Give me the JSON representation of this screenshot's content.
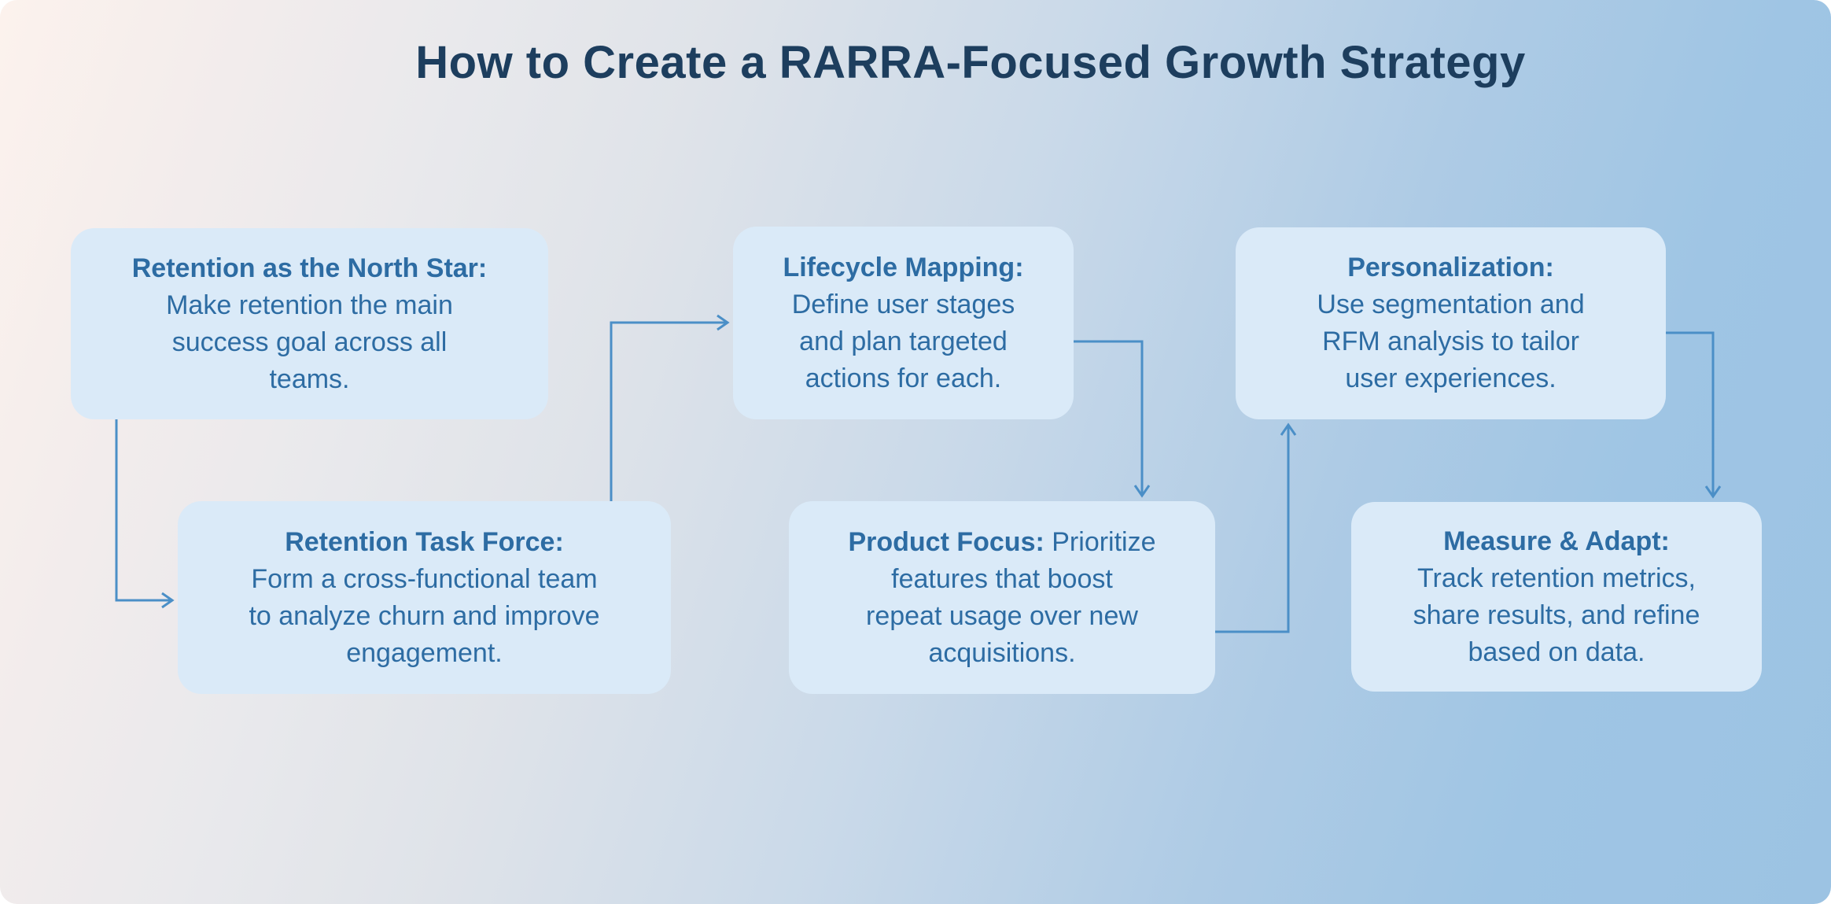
{
  "title": "How to Create a RARRA-Focused Growth Strategy",
  "colors": {
    "background_left": "#fcf2ed",
    "background_right": "#9cc3e3",
    "box_fill": "#daeaf8",
    "box_text": "#2d6ca3",
    "title_text": "#1d3e5e",
    "connector": "#4b8fc7"
  },
  "boxes": [
    {
      "name": "retention-north-star",
      "title": "Retention as the North Star:",
      "body": "\nMake retention the main\nsuccess goal across all\nteams."
    },
    {
      "name": "retention-task-force",
      "title": "Retention Task Force:",
      "body": "\nForm a cross-functional team\nto analyze churn and improve\nengagement."
    },
    {
      "name": "lifecycle-mapping",
      "title": "Lifecycle Mapping:",
      "body": "\nDefine user stages\nand plan targeted\nactions for each."
    },
    {
      "name": "product-focus",
      "title": "Product Focus:",
      "body": " Prioritize\nfeatures that boost\nrepeat usage over new\nacquisitions."
    },
    {
      "name": "personalization",
      "title": "Personalization:",
      "body": "\nUse segmentation and\nRFM analysis to tailor\nuser experiences."
    },
    {
      "name": "measure-adapt",
      "title": "Measure & Adapt:",
      "body": "\nTrack retention metrics,\nshare results, and refine\nbased on data."
    }
  ]
}
